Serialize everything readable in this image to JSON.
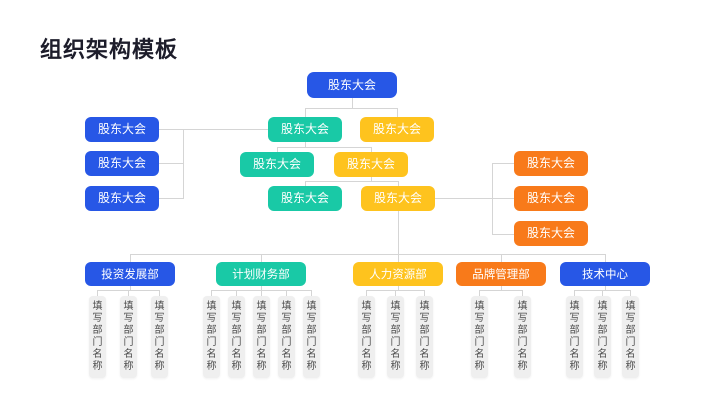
{
  "title": "组织架构模板",
  "colors": {
    "blue": "#2757E6",
    "teal": "#19C9A6",
    "yellow": "#FEC31E",
    "orange": "#F87A1A",
    "line": "#D5D5D5",
    "child_bg": "#EFEFEF",
    "child_text": "#4D4D4D",
    "title_text": "#1D1D2B"
  },
  "org": {
    "root": {
      "label": "股东大会"
    },
    "left_branch": [
      {
        "label": "股东大会"
      },
      {
        "label": "股东大会"
      },
      {
        "label": "股东大会"
      }
    ],
    "level2": [
      {
        "label": "股东大会"
      },
      {
        "label": "股东大会"
      }
    ],
    "level3": [
      {
        "label": "股东大会"
      },
      {
        "label": "股东大会"
      }
    ],
    "level4": [
      {
        "label": "股东大会"
      },
      {
        "label": "股东大会"
      }
    ],
    "right_branch": [
      {
        "label": "股东大会"
      },
      {
        "label": "股东大会"
      },
      {
        "label": "股东大会"
      }
    ],
    "departments": [
      {
        "label": "投资发展部",
        "children": [
          "填写部门名称",
          "填写部门名称",
          "填写部门名称"
        ]
      },
      {
        "label": "计划财务部",
        "children": [
          "填写部门名称",
          "填写部门名称",
          "填写部门名称",
          "填写部门名称",
          "填写部门名称"
        ]
      },
      {
        "label": "人力资源部",
        "children": [
          "填写部门名称",
          "填写部门名称",
          "填写部门名称"
        ]
      },
      {
        "label": "品牌管理部",
        "children": [
          "填写部门名称",
          "填写部门名称"
        ]
      },
      {
        "label": "技术中心",
        "children": [
          "填写部门名称",
          "填写部门名称",
          "填写部门名称"
        ]
      }
    ]
  }
}
